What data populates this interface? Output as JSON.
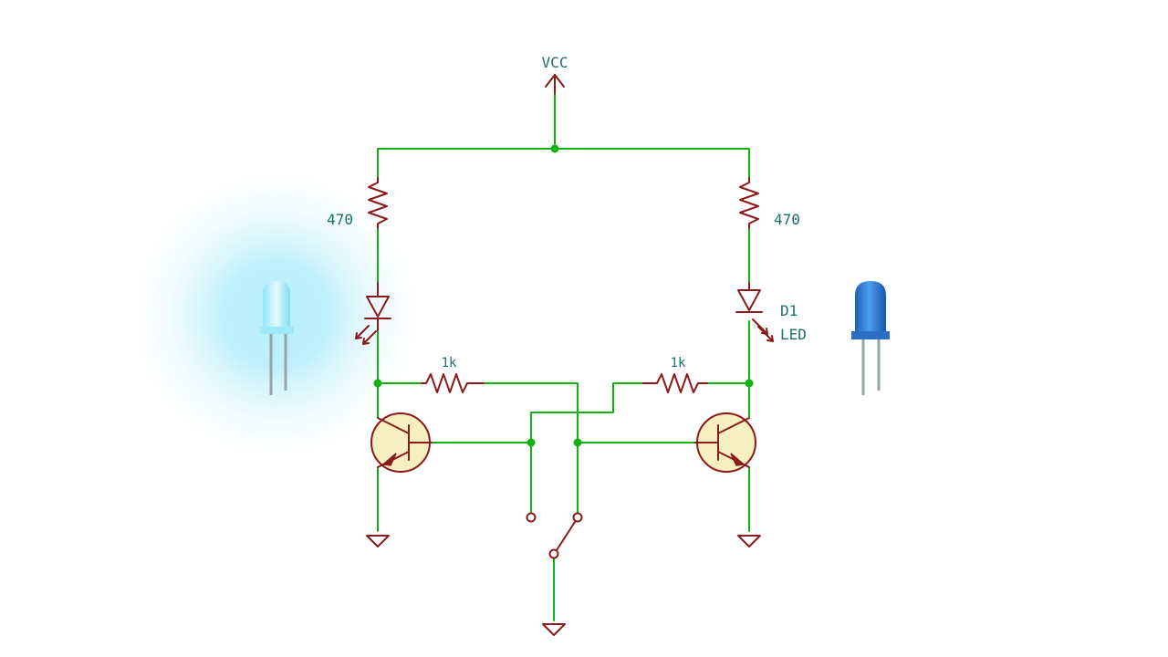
{
  "labels": {
    "vcc": "VCC",
    "r_left_value": "470",
    "r_right_value": "470",
    "r_base_left_value": "1k",
    "r_base_right_value": "1k",
    "led_right_ref": "D1",
    "led_right_value": "LED"
  },
  "state": {
    "left_led": "on",
    "right_led": "off"
  },
  "colors": {
    "wire": "#11b311",
    "component": "#8b1a1a",
    "transistor_fill": "#f6f0c0",
    "label": "#1a6e6e",
    "led_glow": "#7fe0f5",
    "led_off": "#2f7fd0"
  }
}
